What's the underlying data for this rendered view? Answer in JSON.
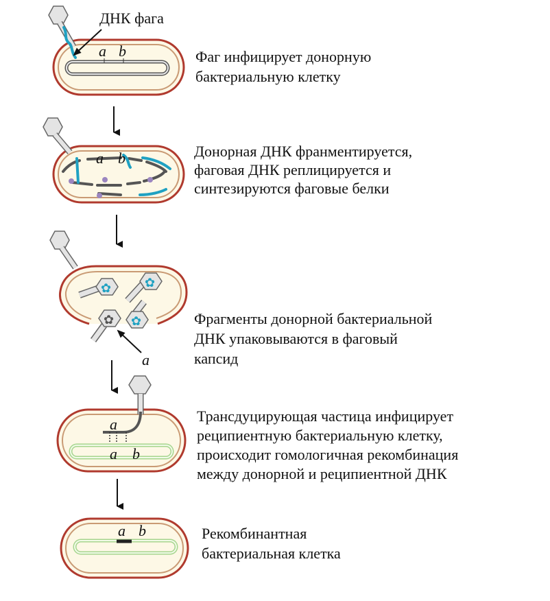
{
  "labels": {
    "phage_dna": "ДНК фага",
    "gene_a": "a",
    "gene_b": "b"
  },
  "steps": [
    {
      "caption": [
        "Фаг инфицирует донорную",
        "бактериальную клетку"
      ]
    },
    {
      "caption": [
        "Донорная ДНК франментируется,",
        "фаговая ДНК реплицируется и",
        "синтезируются фаговые белки"
      ]
    },
    {
      "caption": [
        "Фрагменты донорной бактериальной",
        "ДНК упаковываются в фаговый",
        "капсид"
      ]
    },
    {
      "caption": [
        "Трансдуцирующая частица инфицирует",
        " реципиентную бактериальную клетку,",
        "происходит гомологичная рекомбинация",
        "между донорной и реципиентной ДНК"
      ]
    },
    {
      "caption": [
        "Рекомбинантная",
        "бактериальная клетка"
      ]
    }
  ],
  "colors": {
    "cell_membrane": "#b03a2e",
    "cytoplasm": "#fdf8e6",
    "donor_dna": "#555555",
    "phage_dna": "#1fa1c2",
    "recipient_dna": "#a6d58e",
    "phage_protein": "#9b86c0"
  }
}
